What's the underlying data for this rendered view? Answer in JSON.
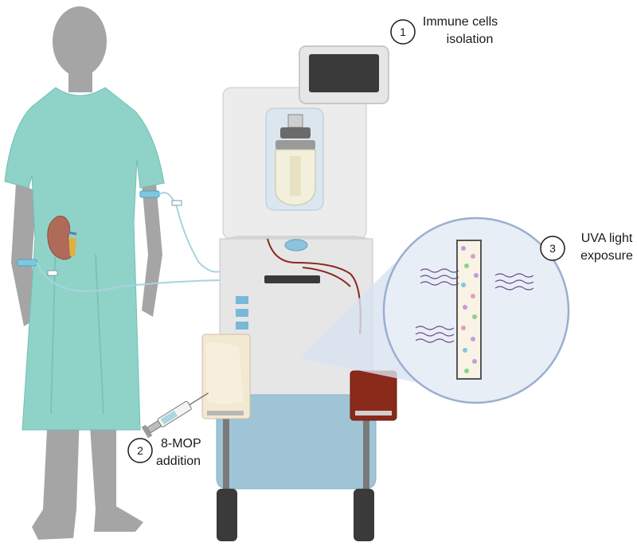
{
  "steps": [
    {
      "number": "1",
      "line1": "Immune cells",
      "line2": "isolation"
    },
    {
      "number": "2",
      "line1": "8-MOP",
      "line2": "addition"
    },
    {
      "number": "3",
      "line1": "UVA light",
      "line2": "exposure"
    }
  ],
  "colors": {
    "gown": "#8fd3c8",
    "patient": "#a5a5a5",
    "machine_body": "#e3e3e3",
    "machine_base": "#9fc4d6",
    "blood": "#8a2a1a",
    "plasma_bag": "#f3e8d2",
    "tube_blue": "#a9d3df",
    "magnifier_outline": "#9aaed0",
    "uva_wave": "#6a4a8a"
  }
}
